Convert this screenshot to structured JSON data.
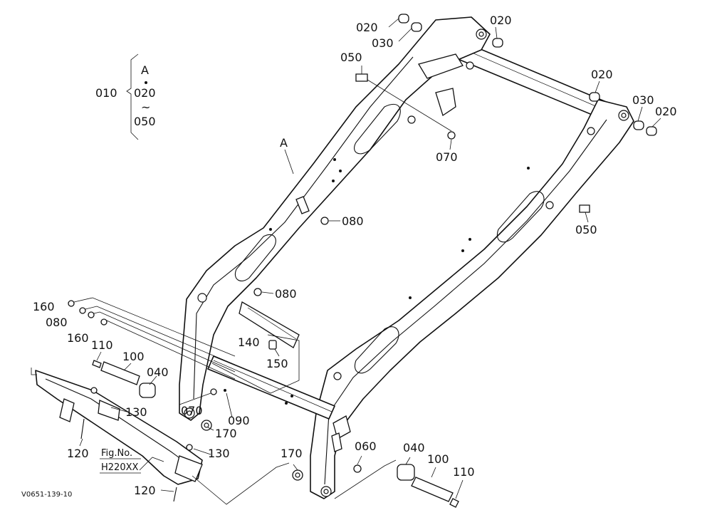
{
  "diagram": {
    "drawing_id": "V0651-139-10",
    "assembly_bracket": {
      "parent": "010",
      "line_1": "A",
      "line_2": "020",
      "line_3": "~",
      "line_4": "050"
    },
    "callouts": {
      "frame": "A",
      "p020_tl": "020",
      "p030_tl": "030",
      "p020_tc": "020",
      "p050_l": "050",
      "p070_t": "070",
      "p020_r1": "020",
      "p030_r": "030",
      "p020_r2": "020",
      "p050_r": "050",
      "p080_m": "080",
      "p080_l2": "080",
      "p160_a": "160",
      "p080_a": "080",
      "p160_b": "160",
      "p110_l": "110",
      "p100_l": "100",
      "p040_l": "040",
      "p140": "140",
      "p150": "150",
      "p130_a": "130",
      "p070_b": "070",
      "p090": "090",
      "p170_l": "170",
      "p120_a": "120",
      "p130_b": "130",
      "p170_r": "170",
      "p060": "060",
      "p040_r": "040",
      "p100_r": "100",
      "p110_r": "110",
      "p120_b": "120"
    },
    "reference_box": {
      "line_1": "Fig.No.",
      "line_2": "H220XX"
    }
  }
}
